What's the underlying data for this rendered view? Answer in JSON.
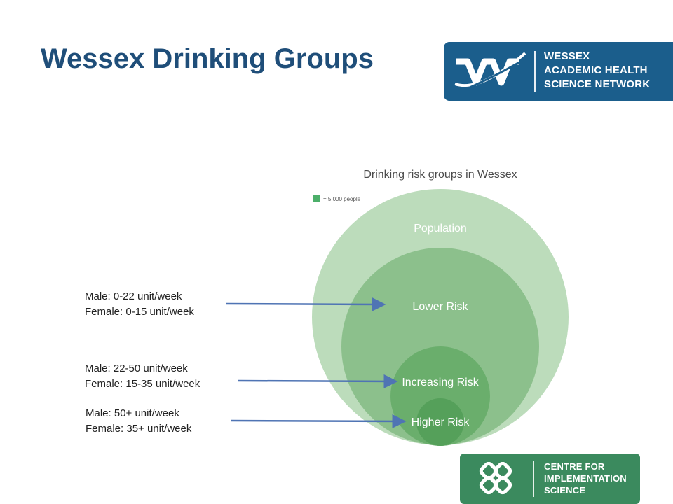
{
  "slide": {
    "title": "Wessex Drinking Groups"
  },
  "logos": {
    "wessex": {
      "lines": [
        "WESSEX",
        "ACADEMIC HEALTH",
        "SCIENCE NETWORK"
      ],
      "icon": "wessex-wave-icon",
      "color": "#1b5e8c"
    },
    "cis": {
      "lines": [
        "CENTRE FOR",
        "IMPLEMENTATION",
        "SCIENCE"
      ],
      "icon": "interlocking-links-icon",
      "color": "#3b8a5e"
    }
  },
  "diagram": {
    "title": "Drinking risk groups in Wessex",
    "legend": "= 5,000 people",
    "legend_color": "#4caf6a",
    "groups": [
      {
        "label": "Population",
        "color": "#bcdcbb"
      },
      {
        "label": "Lower Risk",
        "color": "#8cc08c"
      },
      {
        "label": "Increasing Risk",
        "color": "#6aae6c"
      },
      {
        "label": "Higher Risk",
        "color": "#55a05a"
      }
    ]
  },
  "annotations": [
    {
      "male": "Male: 0-22 unit/week",
      "female": "Female: 0-15 unit/week",
      "target": "Lower Risk"
    },
    {
      "male": "Male: 22-50 unit/week",
      "female": "Female: 15-35 unit/week",
      "target": "Increasing Risk"
    },
    {
      "male": "Male: 50+ unit/week",
      "female": "Female: 35+ unit/week",
      "target": "Higher Risk"
    }
  ],
  "arrow_color": "#4f74b4"
}
